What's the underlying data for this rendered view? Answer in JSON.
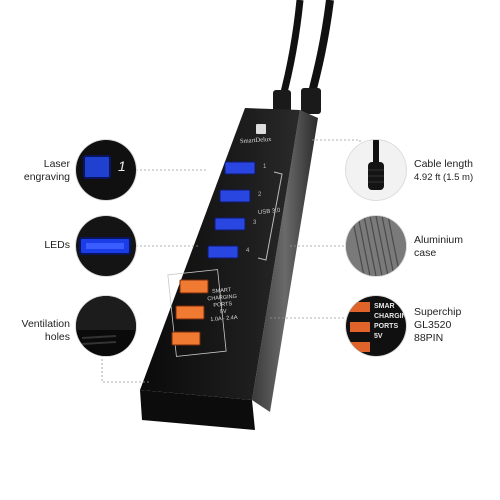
{
  "brand": {
    "name": "SmartDelux"
  },
  "hub": {
    "usb_label": "USB 3.0",
    "port_numbers": [
      "1",
      "2",
      "3",
      "4"
    ],
    "charging_text": [
      "SMART",
      "CHARGING",
      "PORTS",
      "5V",
      "1.0A - 2.4A"
    ]
  },
  "callouts": {
    "laser": [
      "Laser",
      "engraving"
    ],
    "leds": "LEDs",
    "ventilation": [
      "Ventilation",
      "holes"
    ],
    "cable": [
      "Cable length",
      "4.92 ft (1.5 m)"
    ],
    "aluminium": [
      "Aluminium",
      "case"
    ],
    "superchip": [
      "Superchip",
      "GL3520",
      "88PIN"
    ]
  },
  "detail_text": {
    "laser_digit": "1",
    "chip_text": [
      "SMAR",
      "CHARGIN",
      "PORTS",
      "5V"
    ]
  },
  "colors": {
    "usb_blue": "#2040d0",
    "charging_orange": "#e0642a",
    "body": "#161616"
  }
}
